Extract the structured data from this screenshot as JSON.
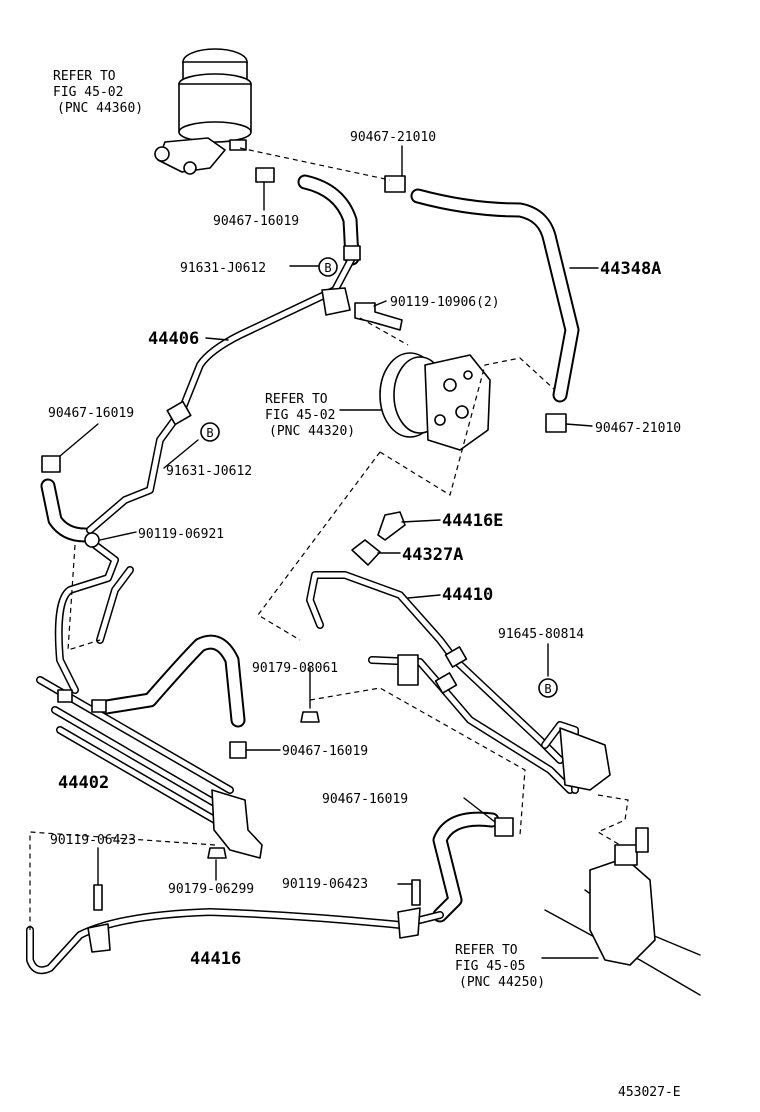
{
  "figure_code": "453027-E",
  "refs": {
    "reservoir": {
      "line1": "REFER TO",
      "line2": "FIG 45-02",
      "line3": "(PNC 44360)"
    },
    "pump": {
      "line1": "REFER TO",
      "line2": "FIG 45-02",
      "line3": "(PNC 44320)"
    },
    "gear": {
      "line1": "REFER TO",
      "line2": "FIG 45-05",
      "line3": "(PNC 44250)"
    }
  },
  "badge_letter": "B",
  "parts": {
    "clamp_21010_top": "90467-21010",
    "clamp_21010_right": "90467-21010",
    "clamp_16019_top": "90467-16019",
    "clamp_16019_left": "90467-16019",
    "clamp_16019_mid": "90467-16019",
    "clamp_16019_low": "90467-16019",
    "clamp_j0612_top": "91631-J0612",
    "clamp_j0612_mid": "91631-J0612",
    "bolt_10906": "90119-10906(2)",
    "bolt_06921": "90119-06921",
    "bolt_06423_left": "90119-06423",
    "bolt_06423_right": "90119-06423",
    "nut_08061": "90179-08061",
    "nut_06299": "90179-06299",
    "clamp_80814": "91645-80814",
    "hose_44348a": "44348A",
    "tube_44406": "44406",
    "bolt_44416e": "44416E",
    "gasket_44327a": "44327A",
    "tube_44410": "44410",
    "cooler_44402": "44402",
    "tube_44416": "44416"
  }
}
